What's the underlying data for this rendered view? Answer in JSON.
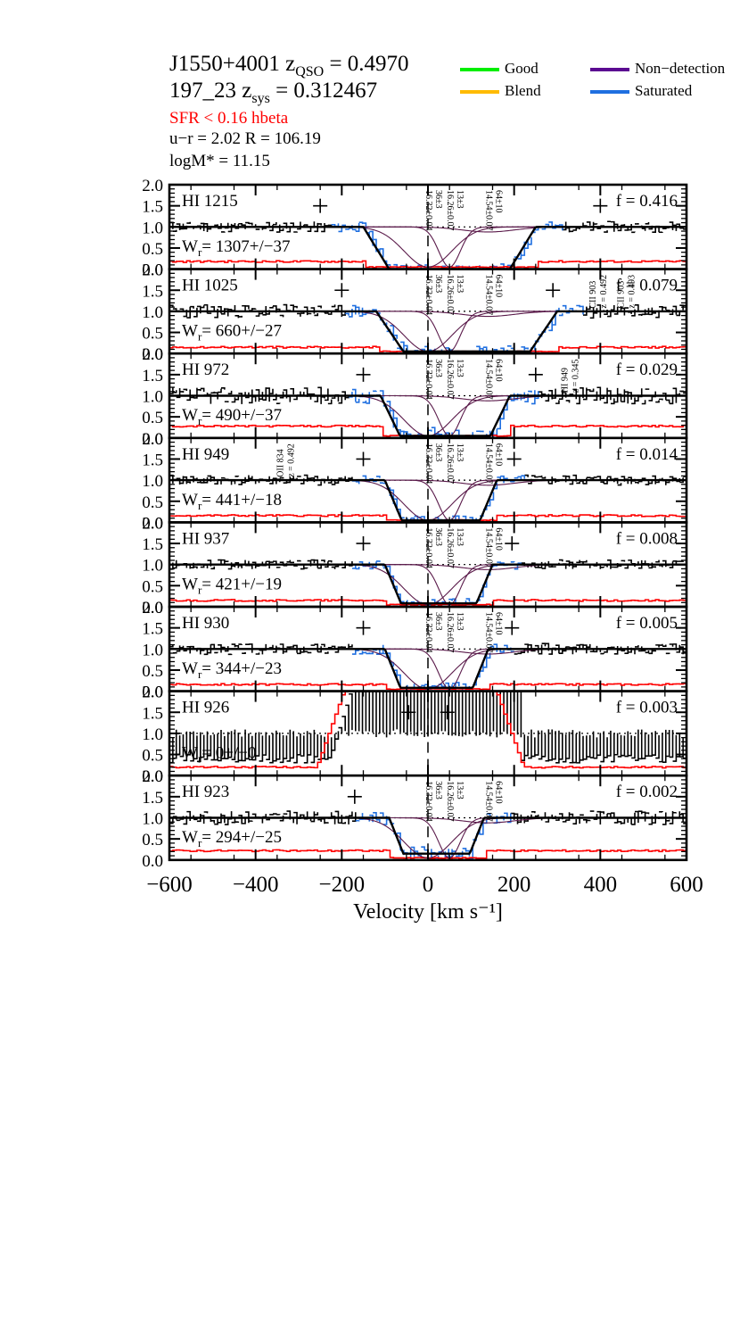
{
  "header": {
    "line1_name": "J1550+4001 z",
    "line1_sub": "QSO",
    "line1_val": " = 0.4970",
    "line2_name": "197_23    z",
    "line2_sub": "sys",
    "line2_val": " = 0.312467",
    "sfr": "SFR <  0.16  hbeta",
    "color_r": "u−r = 2.02   R = 106.19",
    "logm": "logM* =  11.15"
  },
  "legend": [
    {
      "label": "Good",
      "color": "#00ee00"
    },
    {
      "label": "Non−detection",
      "color": "#5b0a91"
    },
    {
      "label": "Blend",
      "color": "#ffbb00"
    },
    {
      "label": "Saturated",
      "color": "#1f6fe0"
    }
  ],
  "colors": {
    "data": "#000000",
    "fit": "#000000",
    "component": "#5a1a4a",
    "error": "#ff0000",
    "saturated": "#1f6fe0"
  },
  "chart_data": {
    "type": "line",
    "xlabel": "Velocity [km s⁻¹]",
    "xlim": [
      -600,
      600
    ],
    "ylim": [
      0,
      2
    ],
    "xticks": [
      -600,
      -400,
      -200,
      0,
      200,
      400,
      600
    ],
    "yticks": [
      "0.0",
      "0.5",
      "1.0",
      "1.5",
      "2.0"
    ],
    "components": [
      {
        "label": "16.32±0.04",
        "b": "36±3",
        "v": 0
      },
      {
        "label": "16.26±0.07",
        "b": "13±3",
        "v": 50
      },
      {
        "label": "14.54±0.07",
        "b": "64±10",
        "v": 140
      }
    ],
    "panels": [
      {
        "line": "HI 1215",
        "f": "f = 0.416",
        "W": "W",
        "Wsub": "r",
        "Wval": "= 1307+/−37",
        "plus": [
          [
            -250,
            1.5
          ],
          [
            400,
            1.5
          ]
        ],
        "seed": 11,
        "wmin": -150,
        "wmax": 250,
        "noise": 0.13,
        "err": 0.18,
        "depth": 1.0,
        "show_comp": true,
        "extra": []
      },
      {
        "line": "HI 1025",
        "f": "f = 0.079",
        "W": "W",
        "Wsub": "r",
        "Wval": "= 660+/−27",
        "plus": [
          [
            -200,
            1.5
          ],
          [
            290,
            1.5
          ]
        ],
        "seed": 23,
        "wmin": -120,
        "wmax": 300,
        "noise": 0.16,
        "err": 0.15,
        "depth": 0.95,
        "show_comp": true,
        "extra": [
          {
            "label": "CII 903",
            "z": "z = 0.492",
            "v": 395
          },
          {
            "label": "CII 903",
            "z": "z = 0.493",
            "v": 460
          }
        ]
      },
      {
        "line": "HI 972",
        "f": "f = 0.029",
        "W": "W",
        "Wsub": "r",
        "Wval": "= 490+/−37",
        "plus": [
          [
            -150,
            1.5
          ],
          [
            250,
            1.5
          ]
        ],
        "seed": 37,
        "wmin": -110,
        "wmax": 190,
        "noise": 0.2,
        "err": 0.28,
        "depth": 0.95,
        "show_comp": true,
        "extra": [
          {
            "label": "HI 949",
            "z": "z = 0.345",
            "v": 330
          }
        ]
      },
      {
        "line": "HI 949",
        "f": "f = 0.014",
        "W": "W",
        "Wsub": "r",
        "Wval": "= 441+/−18",
        "plus": [
          [
            -150,
            1.5
          ],
          [
            200,
            1.5
          ]
        ],
        "seed": 41,
        "wmin": -100,
        "wmax": 160,
        "noise": 0.12,
        "err": 0.16,
        "depth": 0.95,
        "show_comp": true,
        "extra": [
          {
            "label": "OII 834",
            "z": "z = 0.492",
            "v": -330
          }
        ]
      },
      {
        "line": "HI 937",
        "f": "f = 0.008",
        "W": "W",
        "Wsub": "r",
        "Wval": "= 421+/−19",
        "plus": [
          [
            -150,
            1.5
          ],
          [
            195,
            1.5
          ]
        ],
        "seed": 53,
        "wmin": -100,
        "wmax": 150,
        "noise": 0.11,
        "err": 0.15,
        "depth": 0.92,
        "show_comp": true,
        "extra": []
      },
      {
        "line": "HI 930",
        "f": "f = 0.005",
        "W": "W",
        "Wsub": "r",
        "Wval": "= 344+/−23",
        "plus": [
          [
            -150,
            1.5
          ],
          [
            195,
            1.5
          ]
        ],
        "seed": 67,
        "wmin": -100,
        "wmax": 140,
        "noise": 0.13,
        "err": 0.16,
        "depth": 0.92,
        "show_comp": true,
        "extra": []
      },
      {
        "line": "HI 926",
        "f": "f = 0.003",
        "W": "W",
        "Wsub": "r",
        "Wval": "= 0+/−0",
        "plus": [
          [
            -45,
            1.5
          ],
          [
            45,
            1.5
          ]
        ],
        "seed": 71,
        "wmin": 0,
        "wmax": 0,
        "noise": 0.1,
        "err": 0.2,
        "depth": 0.0,
        "show_comp": false,
        "extra": [],
        "gap": true
      },
      {
        "line": "HI 923",
        "f": "f = 0.002",
        "W": "W",
        "Wsub": "r",
        "Wval": "= 294+/−25",
        "plus": [
          [
            -170,
            1.5
          ]
        ],
        "seed": 83,
        "wmin": -90,
        "wmax": 130,
        "noise": 0.16,
        "err": 0.22,
        "depth": 0.85,
        "show_comp": true,
        "extra": []
      }
    ]
  }
}
